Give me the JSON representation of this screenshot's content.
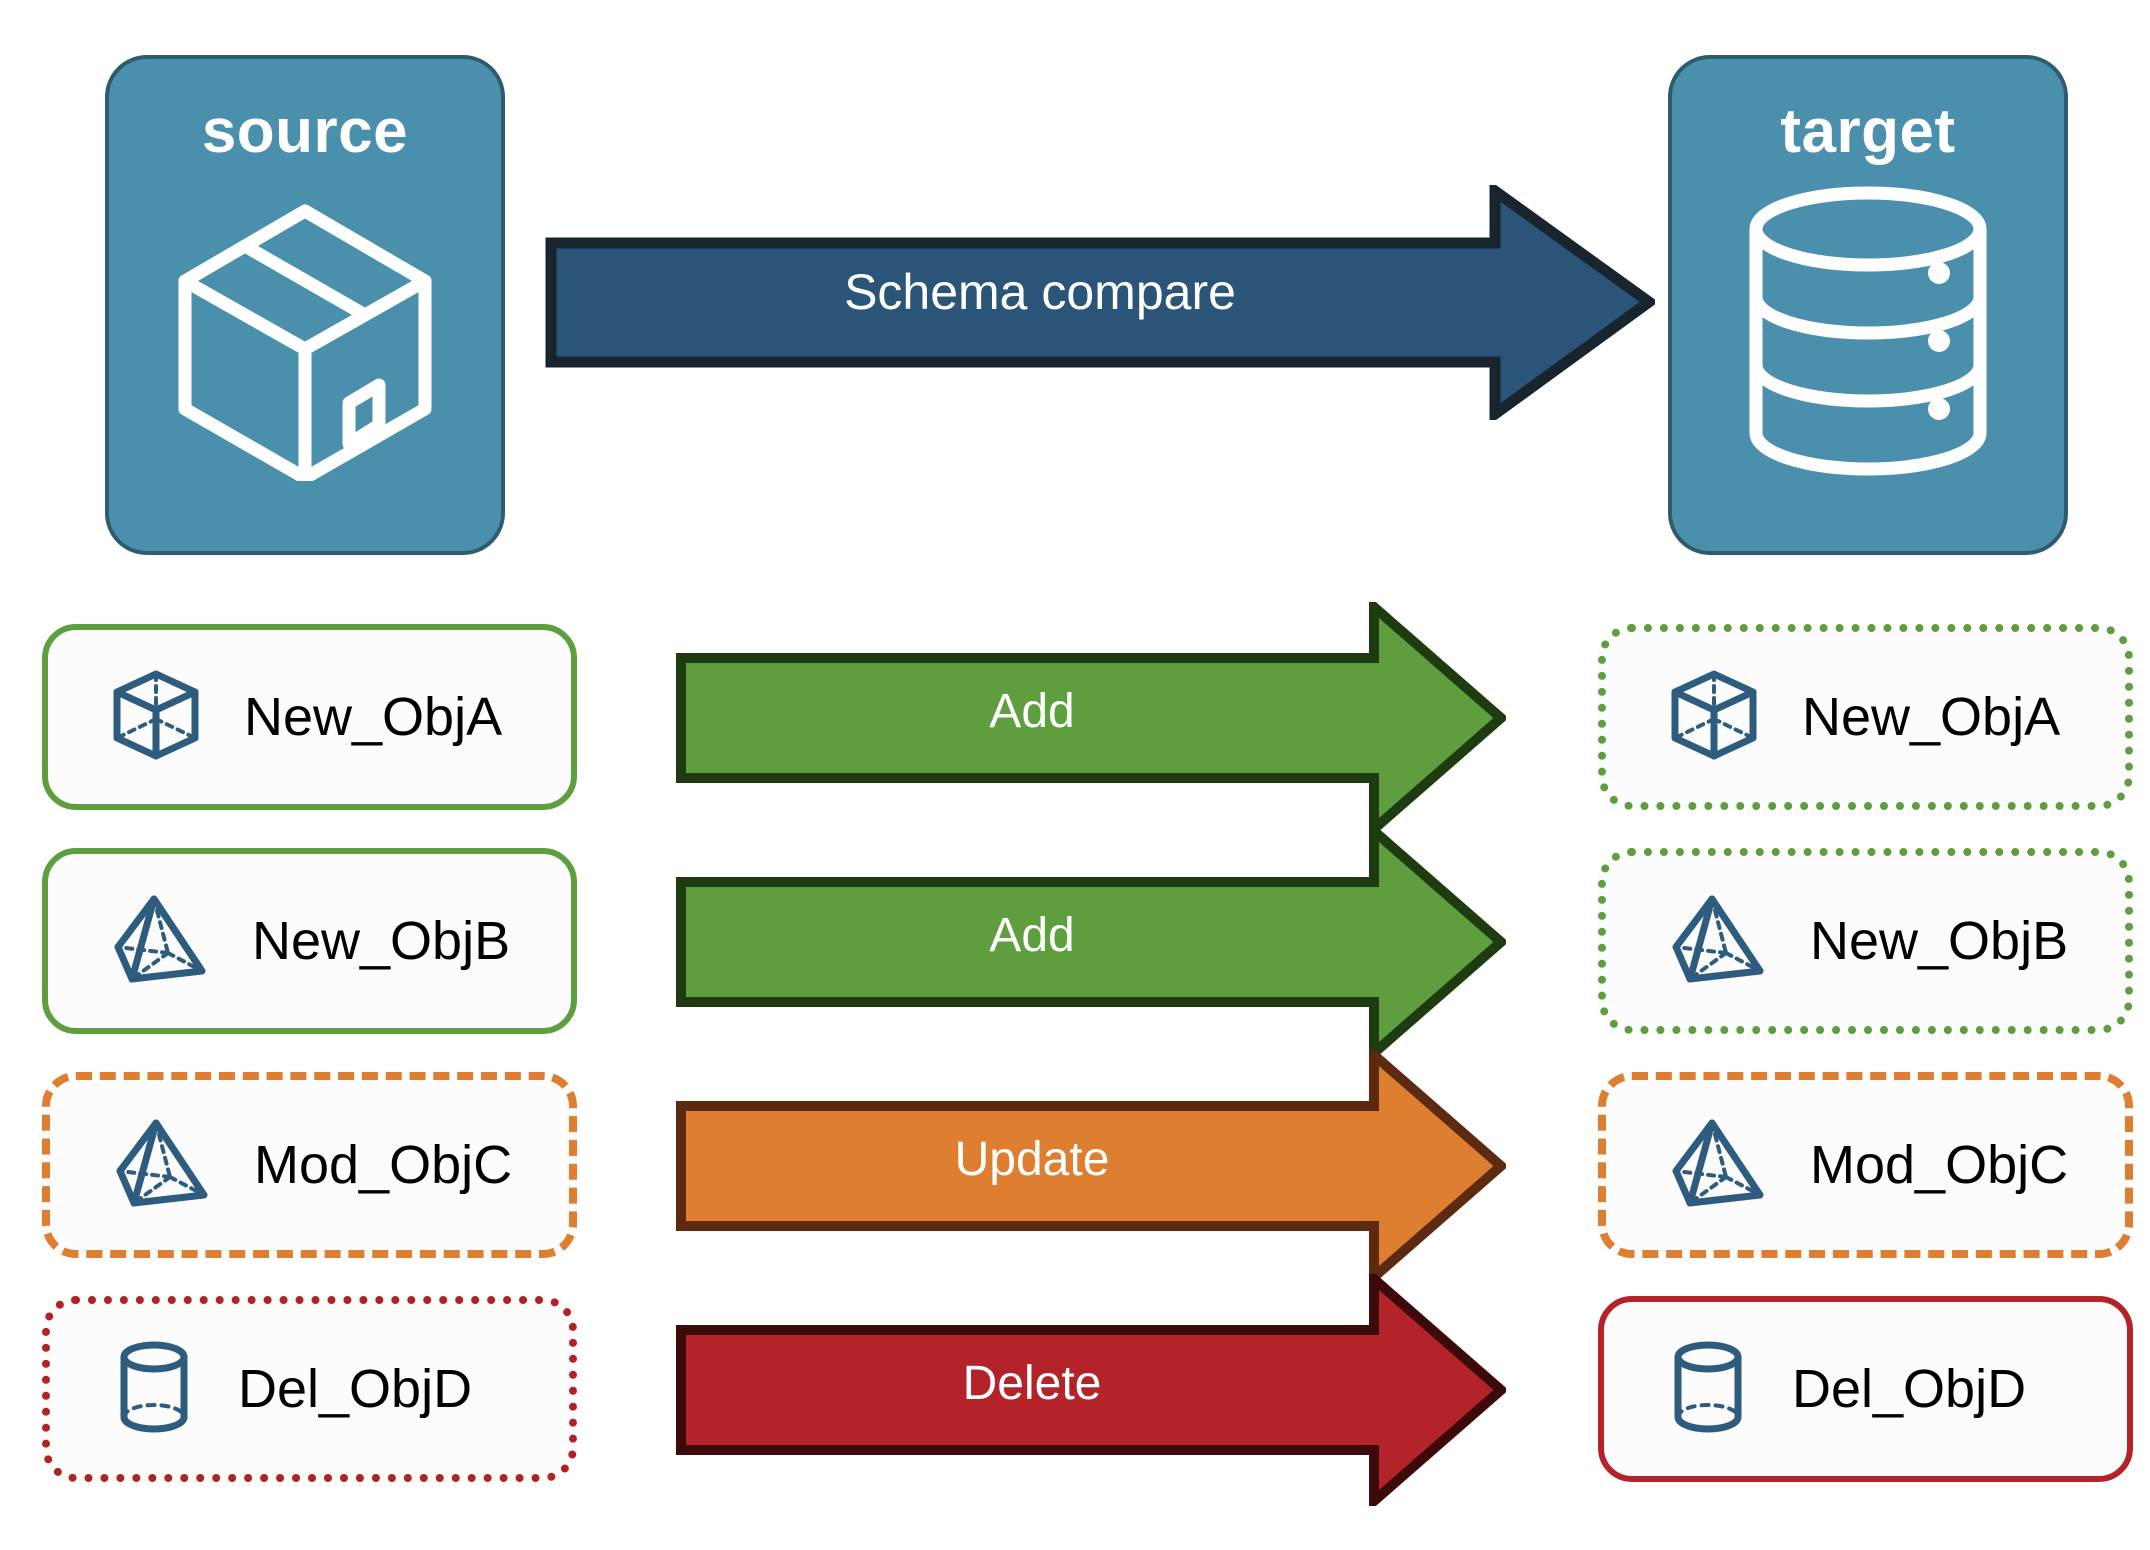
{
  "diagram": {
    "title": "Schema compare between source and target",
    "endpoints": [
      {
        "id": "source",
        "label": "source",
        "icon": "package-box-icon"
      },
      {
        "id": "target",
        "label": "target",
        "icon": "database-cylinder-icon"
      }
    ],
    "main_arrow": {
      "label": "Schema compare",
      "fill": "#2B5578",
      "stroke": "#18242E",
      "text_color": "#FFFFFF"
    },
    "rows": [
      {
        "action": "Add",
        "arrow_fill": "#5E9E3E",
        "arrow_stroke": "#1E3B12",
        "source": {
          "name": "New_ObjA",
          "icon": "cube-icon",
          "border_style": "solid",
          "border_color": "#5E9E3E"
        },
        "target": {
          "name": "New_ObjA",
          "icon": "cube-icon",
          "border_style": "dotted",
          "border_color": "#5E9E3E"
        }
      },
      {
        "action": "Add",
        "arrow_fill": "#5E9E3E",
        "arrow_stroke": "#1E3B12",
        "source": {
          "name": "New_ObjB",
          "icon": "pyramid-icon",
          "border_style": "solid",
          "border_color": "#5E9E3E"
        },
        "target": {
          "name": "New_ObjB",
          "icon": "pyramid-icon",
          "border_style": "dotted",
          "border_color": "#5E9E3E"
        }
      },
      {
        "action": "Update",
        "arrow_fill": "#DD7E30",
        "arrow_stroke": "#5C2A10",
        "source": {
          "name": "Mod_ObjC",
          "icon": "pyramid-icon",
          "border_style": "dashed",
          "border_color": "#DD7E30"
        },
        "target": {
          "name": "Mod_ObjC",
          "icon": "pyramid-icon",
          "border_style": "dashed",
          "border_color": "#DD7E30"
        }
      },
      {
        "action": "Delete",
        "arrow_fill": "#B5232A",
        "arrow_stroke": "#3D0A0A",
        "source": {
          "name": "Del_ObjD",
          "icon": "cylinder-icon",
          "border_style": "dotted",
          "border_color": "#B22222"
        },
        "target": {
          "name": "Del_ObjD",
          "icon": "cylinder-icon",
          "border_style": "solid",
          "border_color": "#B5232A"
        }
      }
    ],
    "colors": {
      "endpoint_fill": "#4A90AC",
      "endpoint_stroke": "#2E5C6E",
      "object_icon": "#2E5C7E",
      "background": "#FFFFFF",
      "text": "#000000"
    }
  }
}
